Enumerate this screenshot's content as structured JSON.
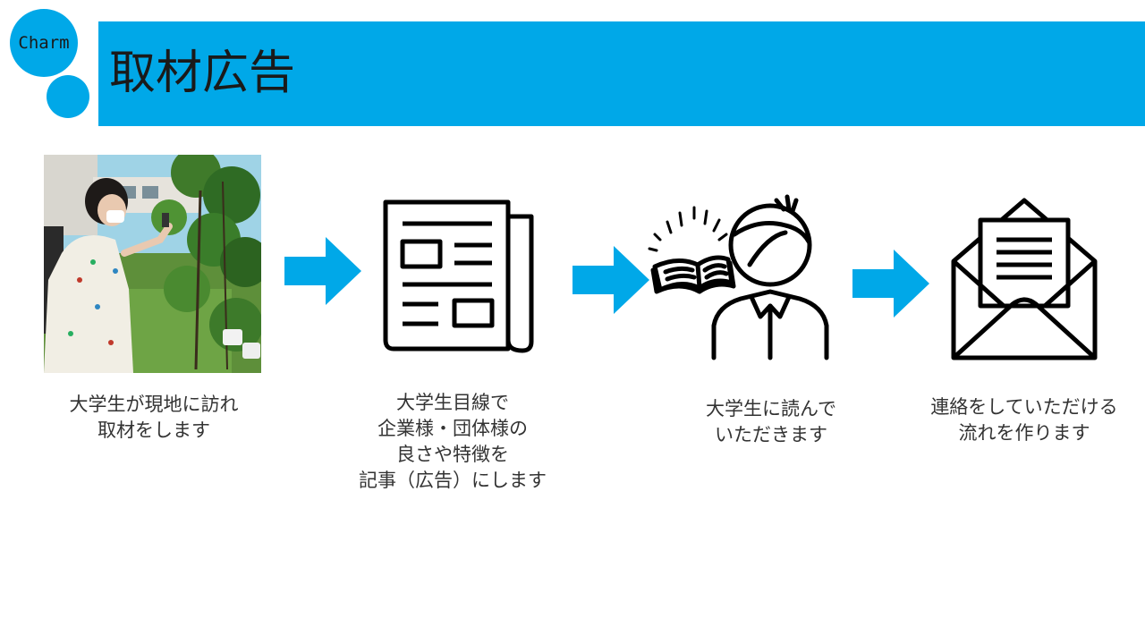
{
  "badge": {
    "label": "Charm"
  },
  "header": {
    "title": "取材広告"
  },
  "colors": {
    "accent": "#00a8e8",
    "text": "#222222"
  },
  "steps": [
    {
      "icon": "photo-student-interview",
      "lines": [
        "大学生が現地に訪れ",
        "取材をします"
      ]
    },
    {
      "icon": "newspaper-icon",
      "lines": [
        "大学生目線で",
        "企業様・団体様の",
        "良さや特徴を",
        "記事（広告）にします"
      ]
    },
    {
      "icon": "student-reading-icon",
      "lines": [
        "大学生に読んで",
        "いただきます"
      ]
    },
    {
      "icon": "envelope-letter-icon",
      "lines": [
        "連絡をしていただける",
        "流れを作ります"
      ]
    }
  ]
}
